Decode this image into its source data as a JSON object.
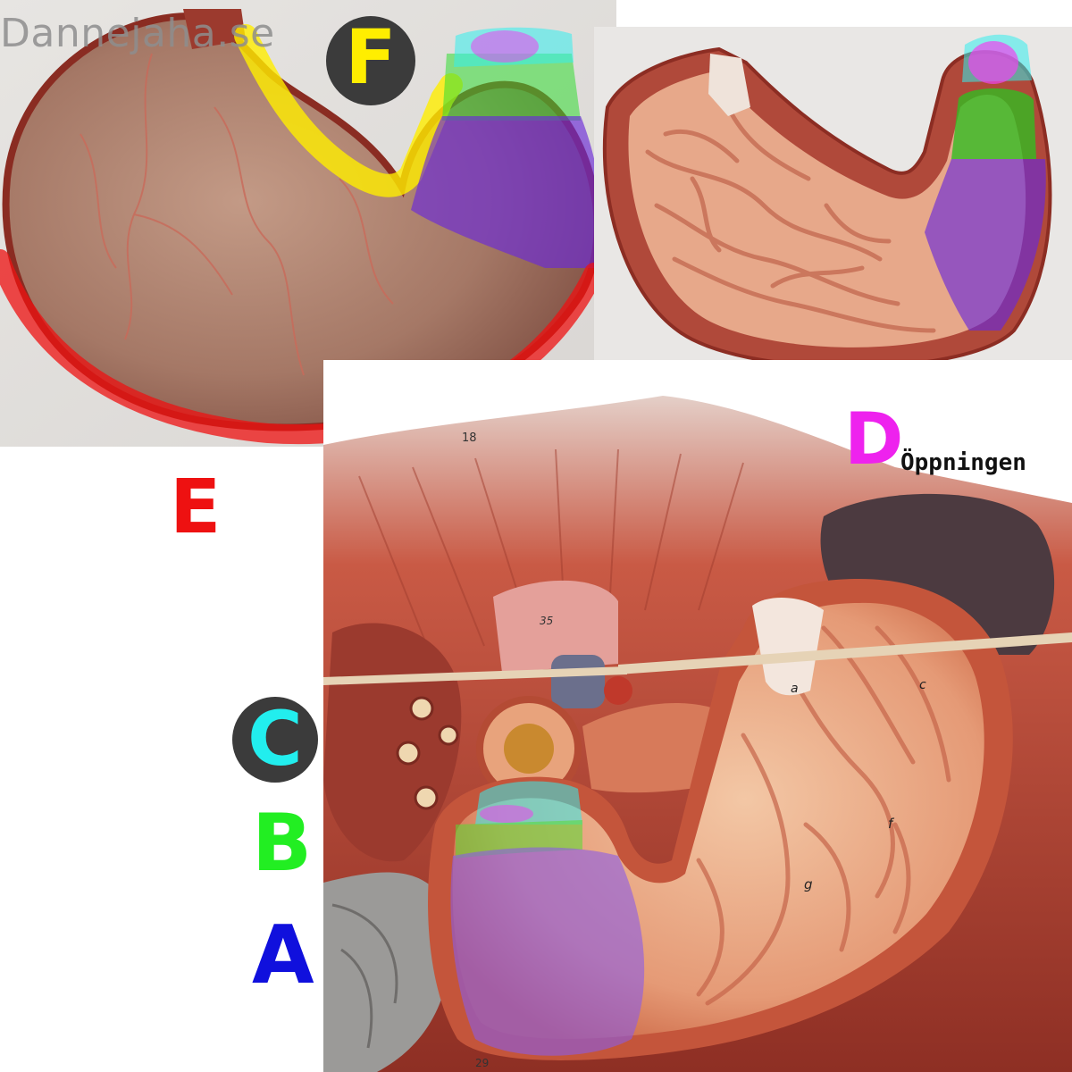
{
  "watermark": "Dannejaha.se",
  "labels": {
    "A": "A",
    "B": "B",
    "C": "C",
    "D": "D",
    "D_caption": "Öppningen",
    "E": "E",
    "F": "F"
  },
  "model_marks": {
    "top_number": "18",
    "center_number": "35",
    "bottom_number": "29",
    "stomach_a": "a",
    "stomach_c": "c",
    "stomach_f": "f",
    "stomach_g": "g"
  },
  "colors": {
    "A": "#1010dd",
    "B": "#22ee22",
    "C": "#22eeee",
    "D": "#ee22ee",
    "E": "#ee1111",
    "F": "#ffee00",
    "label_circle": "#3b3b3b"
  }
}
